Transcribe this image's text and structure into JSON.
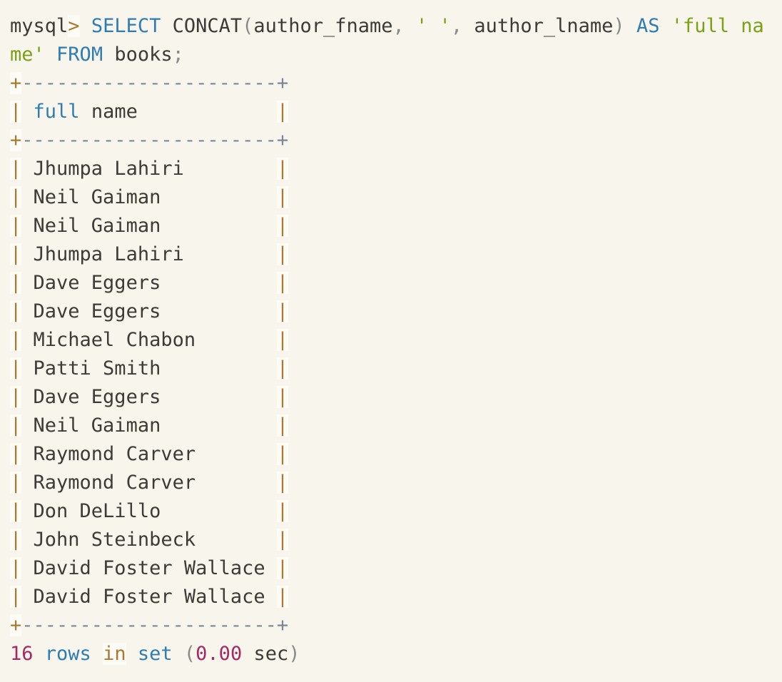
{
  "colors": {
    "background": "#f8f5ed",
    "text": "#3d3b36",
    "keyword": "#2e7cb4",
    "string": "#7ba016",
    "operator": "#a97a30",
    "operator_background": "#fdfbf6",
    "number": "#a32a63",
    "punctuation": "#8a8a86",
    "comment": "#7d8793"
  },
  "terminal": {
    "prompt": "mysql>",
    "query": "SELECT CONCAT(author_fname, ' ', author_lname) AS 'full name' FROM books;",
    "result_column_header": "full name",
    "result_rows": [
      "Jhumpa Lahiri",
      "Neil Gaiman",
      "Neil Gaiman",
      "Jhumpa Lahiri",
      "Dave Eggers",
      "Dave Eggers",
      "Michael Chabon",
      "Patti Smith",
      "Dave Eggers",
      "Neil Gaiman",
      "Raymond Carver",
      "Raymond Carver",
      "Don DeLillo",
      "John Steinbeck",
      "David Foster Wallace",
      "David Foster Wallace"
    ],
    "status_line": "16 rows in set (0.00 sec)",
    "lines": [
      {
        "name": "query-line",
        "tokens": [
          {
            "t": "plain",
            "v": "mysql"
          },
          {
            "t": "op",
            "v": ">"
          },
          {
            "t": "plain",
            "v": " "
          },
          {
            "t": "kw",
            "v": "SELECT"
          },
          {
            "t": "plain",
            "v": " CONCAT"
          },
          {
            "t": "punct",
            "v": "("
          },
          {
            "t": "plain",
            "v": "author_fname"
          },
          {
            "t": "punct",
            "v": ","
          },
          {
            "t": "plain",
            "v": " "
          },
          {
            "t": "str",
            "v": "' '"
          },
          {
            "t": "punct",
            "v": ","
          },
          {
            "t": "plain",
            "v": " author_lname"
          },
          {
            "t": "punct",
            "v": ")"
          },
          {
            "t": "plain",
            "v": " "
          },
          {
            "t": "kw",
            "v": "AS"
          },
          {
            "t": "plain",
            "v": " "
          },
          {
            "t": "str",
            "v": "'full name'"
          },
          {
            "t": "plain",
            "v": " "
          },
          {
            "t": "kw",
            "v": "FROM"
          },
          {
            "t": "plain",
            "v": " books"
          },
          {
            "t": "punct",
            "v": ";"
          }
        ]
      },
      {
        "name": "table-border-top",
        "tokens": [
          {
            "t": "op",
            "v": "+"
          },
          {
            "t": "comment",
            "v": "----------------------+"
          }
        ]
      },
      {
        "name": "table-header",
        "tokens": [
          {
            "t": "op",
            "v": "|"
          },
          {
            "t": "plain",
            "v": " "
          },
          {
            "t": "kw",
            "v": "full"
          },
          {
            "t": "plain",
            "v": " name            "
          },
          {
            "t": "op",
            "v": "|"
          }
        ]
      },
      {
        "name": "table-border-header",
        "tokens": [
          {
            "t": "op",
            "v": "+"
          },
          {
            "t": "comment",
            "v": "----------------------+"
          }
        ]
      },
      {
        "name": "table-row",
        "tokens": [
          {
            "t": "op",
            "v": "|"
          },
          {
            "t": "plain",
            "v": " Jhumpa Lahiri        "
          },
          {
            "t": "op",
            "v": "|"
          }
        ]
      },
      {
        "name": "table-row",
        "tokens": [
          {
            "t": "op",
            "v": "|"
          },
          {
            "t": "plain",
            "v": " Neil Gaiman          "
          },
          {
            "t": "op",
            "v": "|"
          }
        ]
      },
      {
        "name": "table-row",
        "tokens": [
          {
            "t": "op",
            "v": "|"
          },
          {
            "t": "plain",
            "v": " Neil Gaiman          "
          },
          {
            "t": "op",
            "v": "|"
          }
        ]
      },
      {
        "name": "table-row",
        "tokens": [
          {
            "t": "op",
            "v": "|"
          },
          {
            "t": "plain",
            "v": " Jhumpa Lahiri        "
          },
          {
            "t": "op",
            "v": "|"
          }
        ]
      },
      {
        "name": "table-row",
        "tokens": [
          {
            "t": "op",
            "v": "|"
          },
          {
            "t": "plain",
            "v": " Dave Eggers          "
          },
          {
            "t": "op",
            "v": "|"
          }
        ]
      },
      {
        "name": "table-row",
        "tokens": [
          {
            "t": "op",
            "v": "|"
          },
          {
            "t": "plain",
            "v": " Dave Eggers          "
          },
          {
            "t": "op",
            "v": "|"
          }
        ]
      },
      {
        "name": "table-row",
        "tokens": [
          {
            "t": "op",
            "v": "|"
          },
          {
            "t": "plain",
            "v": " Michael Chabon       "
          },
          {
            "t": "op",
            "v": "|"
          }
        ]
      },
      {
        "name": "table-row",
        "tokens": [
          {
            "t": "op",
            "v": "|"
          },
          {
            "t": "plain",
            "v": " Patti Smith          "
          },
          {
            "t": "op",
            "v": "|"
          }
        ]
      },
      {
        "name": "table-row",
        "tokens": [
          {
            "t": "op",
            "v": "|"
          },
          {
            "t": "plain",
            "v": " Dave Eggers          "
          },
          {
            "t": "op",
            "v": "|"
          }
        ]
      },
      {
        "name": "table-row",
        "tokens": [
          {
            "t": "op",
            "v": "|"
          },
          {
            "t": "plain",
            "v": " Neil Gaiman          "
          },
          {
            "t": "op",
            "v": "|"
          }
        ]
      },
      {
        "name": "table-row",
        "tokens": [
          {
            "t": "op",
            "v": "|"
          },
          {
            "t": "plain",
            "v": " Raymond Carver       "
          },
          {
            "t": "op",
            "v": "|"
          }
        ]
      },
      {
        "name": "table-row",
        "tokens": [
          {
            "t": "op",
            "v": "|"
          },
          {
            "t": "plain",
            "v": " Raymond Carver       "
          },
          {
            "t": "op",
            "v": "|"
          }
        ]
      },
      {
        "name": "table-row",
        "tokens": [
          {
            "t": "op",
            "v": "|"
          },
          {
            "t": "plain",
            "v": " Don DeLillo          "
          },
          {
            "t": "op",
            "v": "|"
          }
        ]
      },
      {
        "name": "table-row",
        "tokens": [
          {
            "t": "op",
            "v": "|"
          },
          {
            "t": "plain",
            "v": " John Steinbeck       "
          },
          {
            "t": "op",
            "v": "|"
          }
        ]
      },
      {
        "name": "table-row",
        "tokens": [
          {
            "t": "op",
            "v": "|"
          },
          {
            "t": "plain",
            "v": " David Foster Wallace "
          },
          {
            "t": "op",
            "v": "|"
          }
        ]
      },
      {
        "name": "table-row",
        "tokens": [
          {
            "t": "op",
            "v": "|"
          },
          {
            "t": "plain",
            "v": " David Foster Wallace "
          },
          {
            "t": "op",
            "v": "|"
          }
        ]
      },
      {
        "name": "table-border-bottom",
        "tokens": [
          {
            "t": "op",
            "v": "+"
          },
          {
            "t": "comment",
            "v": "----------------------+"
          }
        ]
      },
      {
        "name": "status-line",
        "tokens": [
          {
            "t": "num",
            "v": "16"
          },
          {
            "t": "plain",
            "v": " "
          },
          {
            "t": "kw",
            "v": "rows"
          },
          {
            "t": "plain",
            "v": " "
          },
          {
            "t": "op",
            "v": "in"
          },
          {
            "t": "plain",
            "v": " "
          },
          {
            "t": "kw",
            "v": "set"
          },
          {
            "t": "plain",
            "v": " "
          },
          {
            "t": "punct",
            "v": "("
          },
          {
            "t": "num",
            "v": "0.00"
          },
          {
            "t": "plain",
            "v": " sec"
          },
          {
            "t": "punct",
            "v": ")"
          }
        ]
      }
    ]
  }
}
